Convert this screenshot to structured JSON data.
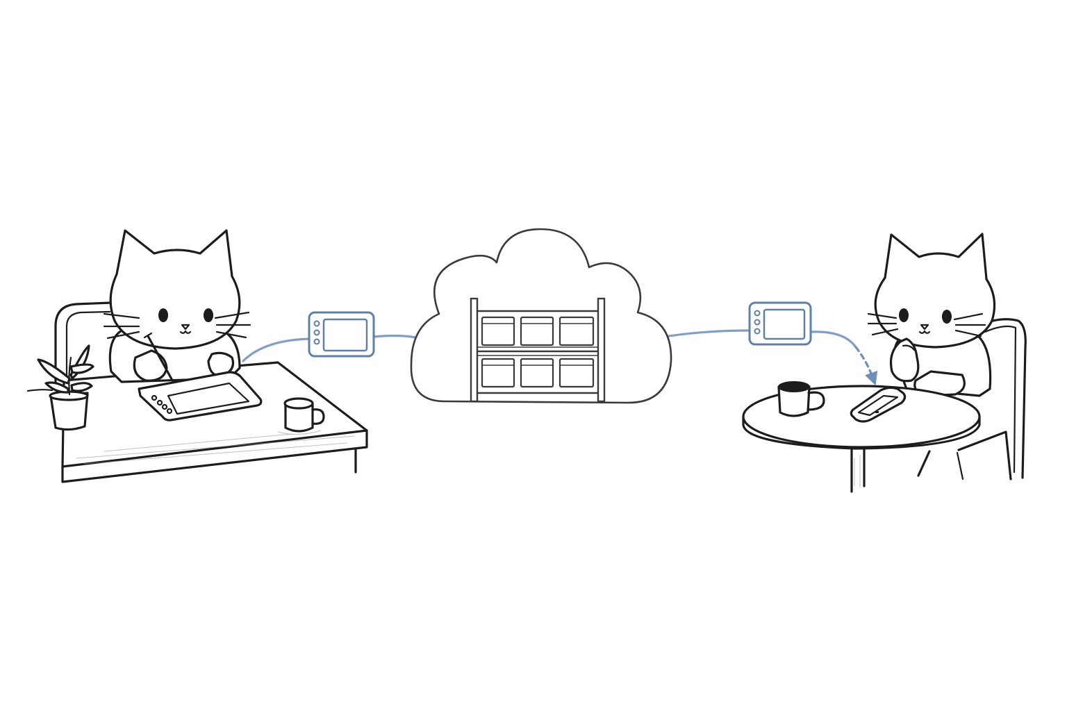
{
  "scene": {
    "colors": {
      "ink": "#1c1c1c",
      "accent": "#7f9fc6",
      "accent_dark": "#5f7fa8",
      "background": "#ffffff"
    },
    "nodes": [
      {
        "id": "cat-artist",
        "icon": "cat-drawing-on-tablet-icon"
      },
      {
        "id": "upload-device",
        "icon": "tablet-device-icon"
      },
      {
        "id": "cloud-storage",
        "icon": "cloud-server-rack-icon"
      },
      {
        "id": "download-device",
        "icon": "tablet-device-icon"
      },
      {
        "id": "cat-viewer",
        "icon": "cat-with-phone-icon"
      }
    ],
    "flow": "left-to-right"
  }
}
